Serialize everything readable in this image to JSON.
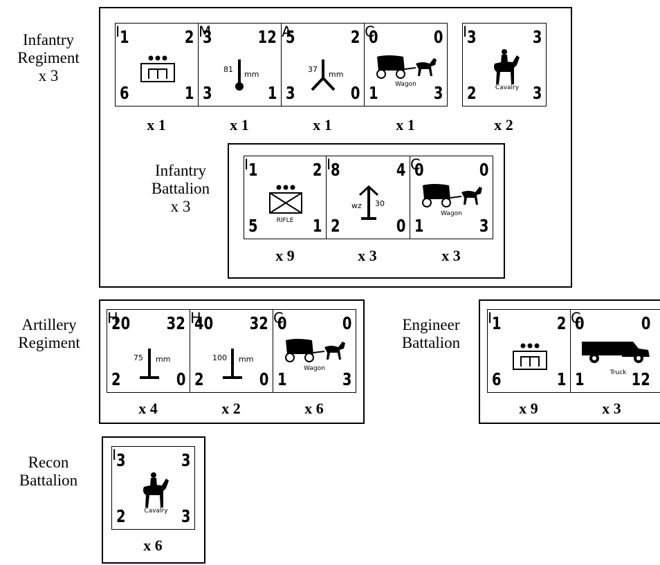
{
  "groups": {
    "infantry_regiment": {
      "label_line1": "Infantry",
      "label_line2": "Regiment",
      "label_line3": "x 3"
    },
    "infantry_battalion": {
      "label_line1": "Infantry",
      "label_line2": "Battalion",
      "label_line3": "x 3"
    },
    "artillery_regiment": {
      "label_line1": "Artillery",
      "label_line2": "Regiment"
    },
    "engineer_battalion": {
      "label_line1": "Engineer",
      "label_line2": "Battalion"
    },
    "recon_battalion": {
      "label_line1": "Recon",
      "label_line2": "Battalion"
    }
  },
  "counters": {
    "ir_inf": {
      "tl": "1",
      "tc": "I",
      "tr": "2",
      "bl": "6",
      "br": "1",
      "mult": "x 1",
      "icon": "infantry-engineer-icon"
    },
    "ir_mortar": {
      "tl": "3",
      "tc": "M",
      "tr": "12",
      "bl": "3",
      "br": "1",
      "cal": "81",
      "unit": "mm",
      "mult": "x 1",
      "icon": "mortar-icon"
    },
    "ir_at": {
      "tl": "5",
      "tc": "A",
      "tr": "2",
      "bl": "3",
      "br": "0",
      "cal": "37",
      "unit": "mm",
      "mult": "x 1",
      "icon": "antitank-gun-icon"
    },
    "ir_wagon": {
      "tl": "0",
      "tc": "C",
      "tr": "0",
      "bl": "1",
      "br": "3",
      "name": "Wagon",
      "mult": "x 1",
      "icon": "horse-wagon-icon"
    },
    "ir_cav": {
      "tl": "3",
      "tc": "I",
      "tr": "3",
      "bl": "2",
      "br": "3",
      "name": "Cavalry",
      "mult": "x 2",
      "icon": "cavalry-horse-icon"
    },
    "ib_rifle": {
      "tl": "1",
      "tc": "I",
      "tr": "2",
      "bl": "5",
      "br": "1",
      "name": "RIFLE",
      "mult": "x 9",
      "icon": "rifle-infantry-icon"
    },
    "ib_wz": {
      "tl": "8",
      "tc": "I",
      "tr": "4",
      "bl": "2",
      "br": "0",
      "cal_l": "wz",
      "cal_r": "30",
      "mult": "x 3",
      "icon": "machine-gun-icon"
    },
    "ib_wagon": {
      "tl": "0",
      "tc": "C",
      "tr": "0",
      "bl": "1",
      "br": "3",
      "name": "Wagon",
      "mult": "x 3",
      "icon": "horse-wagon-icon"
    },
    "ar_75": {
      "tl": "20",
      "tc": "H",
      "tr": "32",
      "bl": "2",
      "br": "0",
      "cal": "75",
      "unit": "mm",
      "mult": "x 4",
      "icon": "howitzer-icon"
    },
    "ar_100": {
      "tl": "40",
      "tc": "H",
      "tr": "32",
      "bl": "2",
      "br": "0",
      "cal": "100",
      "unit": "mm",
      "mult": "x 2",
      "icon": "howitzer-icon"
    },
    "ar_wagon": {
      "tl": "0",
      "tc": "C",
      "tr": "0",
      "bl": "1",
      "br": "3",
      "name": "Wagon",
      "mult": "x 6",
      "icon": "horse-wagon-icon"
    },
    "eb_eng": {
      "tl": "1",
      "tc": "I",
      "tr": "2",
      "bl": "6",
      "br": "1",
      "mult": "x 9",
      "icon": "infantry-engineer-icon"
    },
    "eb_truck": {
      "tl": "0",
      "tc": "C",
      "tr": "0",
      "bl": "1",
      "br": "12",
      "name": "Truck",
      "mult": "x 3",
      "icon": "truck-icon"
    },
    "rb_cav": {
      "tl": "3",
      "tc": "I",
      "tr": "3",
      "bl": "2",
      "br": "3",
      "name": "Cavalry",
      "mult": "x 6",
      "icon": "cavalry-horse-icon"
    }
  }
}
